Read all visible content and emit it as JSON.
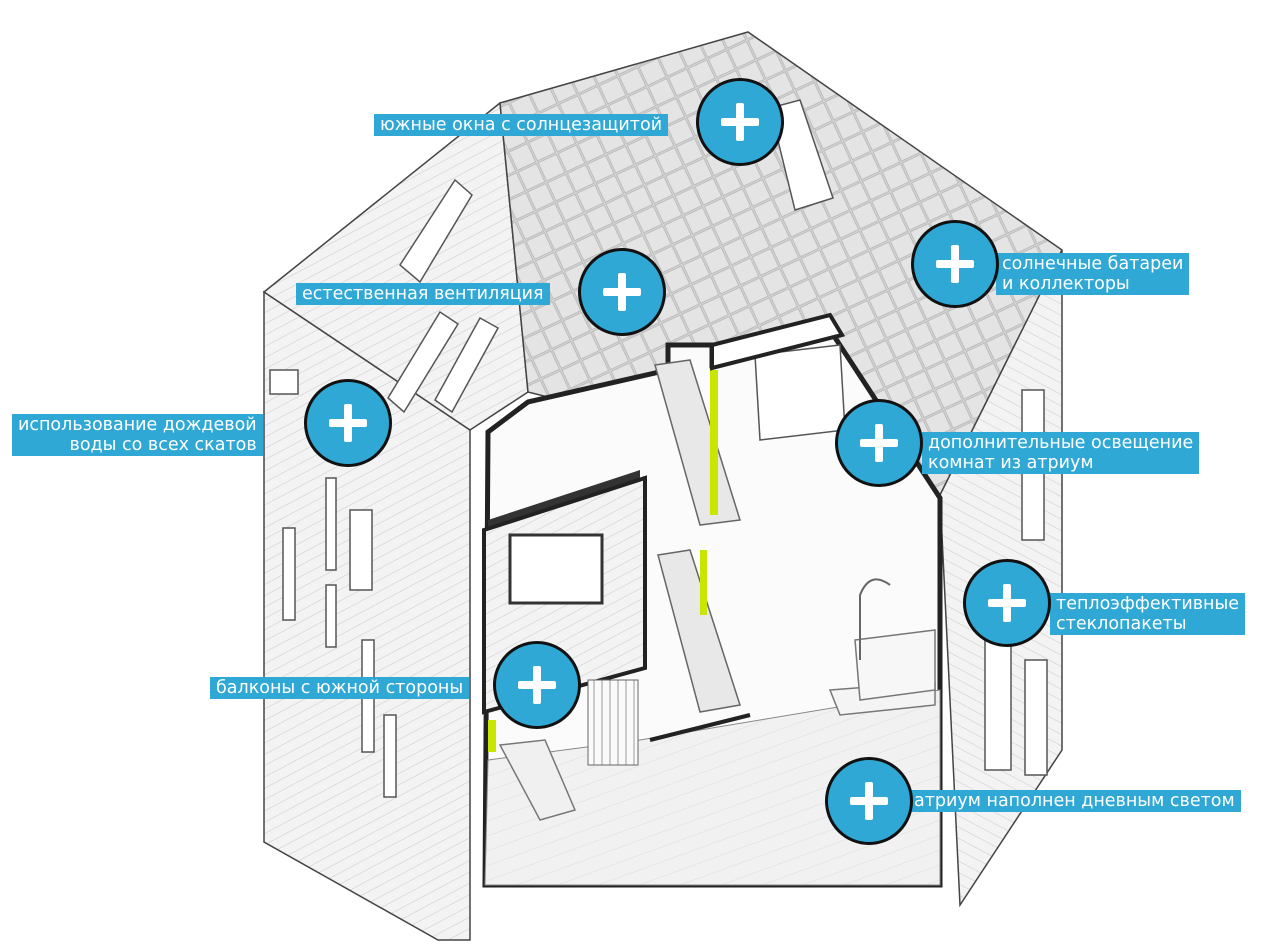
{
  "colors": {
    "accent": "#2fa8d5",
    "outline": "#111111",
    "highlight": "#c8e600"
  },
  "icon": "plus-icon",
  "callouts": [
    {
      "id": "south-windows",
      "lines": [
        "южные окна с солнцезащитой"
      ]
    },
    {
      "id": "solar-panels",
      "lines": [
        "солнечные батареи",
        "и коллекторы"
      ]
    },
    {
      "id": "natural-ventilation",
      "lines": [
        "естественная вентиляция"
      ]
    },
    {
      "id": "rainwater",
      "lines": [
        "использование дождевой",
        "воды со всех скатов"
      ]
    },
    {
      "id": "atrium-lighting",
      "lines": [
        "дополнительные освещение",
        "комнат из атриум"
      ]
    },
    {
      "id": "glazing",
      "lines": [
        "теплоэффективные",
        "стеклопакеты"
      ]
    },
    {
      "id": "balconies",
      "lines": [
        "балконы с южной стороны"
      ]
    },
    {
      "id": "atrium-daylight",
      "lines": [
        "атриум наполнен дневным светом"
      ]
    }
  ]
}
